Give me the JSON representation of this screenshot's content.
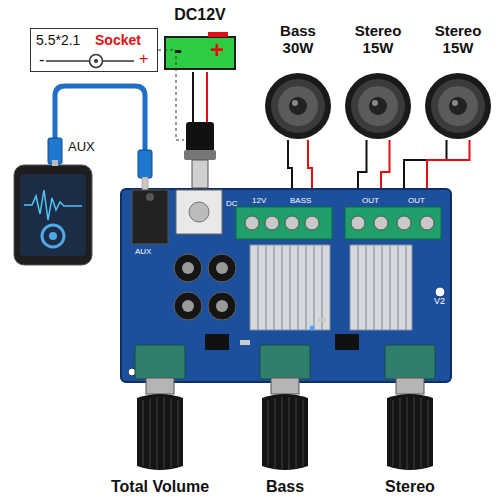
{
  "diagram": {
    "nodes": [
      {
        "text": [
          "5.5*2.1",
          "Socket",
          "-",
          "+"
        ]
      },
      {
        "text": [
          "DC12V",
          "-",
          "+"
        ]
      },
      {
        "text": [
          "Bass 30W"
        ]
      },
      {
        "text": [
          "Stereo 15W"
        ]
      },
      {
        "text": [
          "Stereo 15W"
        ]
      },
      {
        "text": [
          "V2"
        ]
      }
    ],
    "edges": [
      {
        "from": 1,
        "to": 5,
        "arrow": "none"
      },
      {
        "from": 2,
        "to": 5,
        "arrow": "none"
      },
      {
        "from": 3,
        "to": 5,
        "arrow": "none"
      },
      {
        "from": 4,
        "to": 5,
        "arrow": "none"
      }
    ],
    "labels": [
      "AUX",
      "AUX",
      "DC",
      "12V",
      "BASS",
      "OUT",
      "OUT",
      "Total Volume",
      "Bass",
      "Stereo"
    ]
  }
}
